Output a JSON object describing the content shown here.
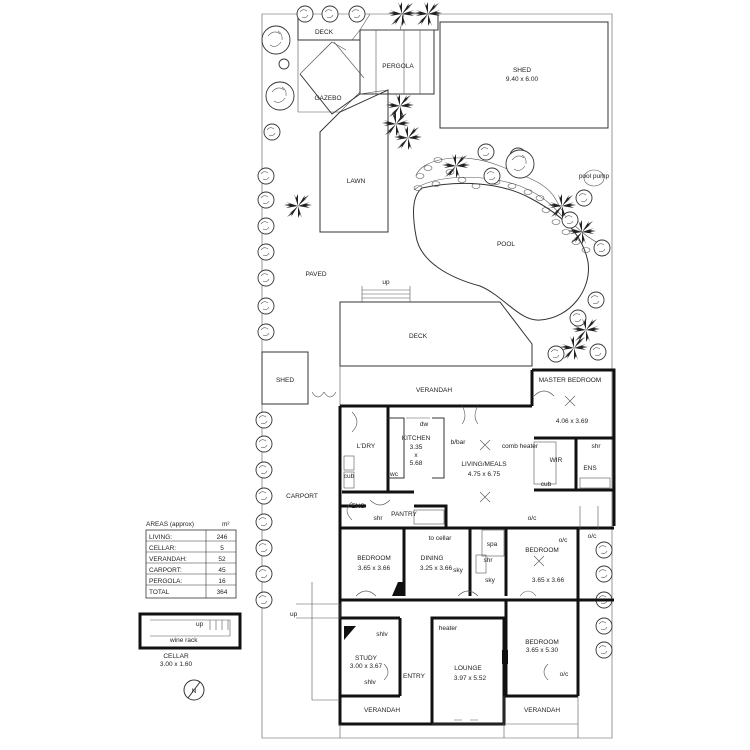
{
  "labels": {
    "deck_top": "DECK",
    "pergola": "PERGOLA",
    "gazebo": "GAZEBO",
    "shed_big": "SHED",
    "shed_big_dim": "9.40 x 6.00",
    "lawn": "LAWN",
    "pool_pump": "pool pump",
    "paved": "PAVED",
    "pool": "POOL",
    "up_deck": "up",
    "deck": "DECK",
    "shed_small": "SHED",
    "verandah_rear": "VERANDAH",
    "master_bedroom": "MASTER BEDROOM",
    "master_dim": "4.06 x 3.69",
    "ldry": "L'DRY",
    "kitchen": "KITCHEN",
    "kitchen_dim1": "3.35",
    "kitchen_dim2": "x",
    "kitchen_dim3": "5.68",
    "dw": "dw",
    "bbar": "b/bar",
    "comb_heater": "comb heater",
    "living": "LIVING/MEALS",
    "living_dim": "4.75 x 6.75",
    "wir": "WIR",
    "ens_master": "ENS",
    "shr_master": "shr",
    "cub_master": "cub",
    "carport": "CARPORT",
    "ens_left": "ENS",
    "shr_left": "shr",
    "pantry": "PANTRY",
    "wc": "wc",
    "cub_left": "cub",
    "oc_hall": "o/c",
    "oc_bed": "o/c",
    "bedroom_w": "BEDROOM",
    "bedroom_w_dim": "3.65 x 3.66",
    "to_cellar": "to cellar",
    "dining": "DINING",
    "dining_dim": "3.25 x 3.66",
    "sky1": "sky",
    "spa": "spa",
    "shr_bath": "shr",
    "sky2": "sky",
    "bedroom_e": "BEDROOM",
    "bedroom_e_dim": "3.65 x 3.66",
    "areas_title": "AREAS (approx)",
    "areas_unit": "m²",
    "areas": [
      {
        "name": "LIVING:",
        "value": "246"
      },
      {
        "name": "CELLAR:",
        "value": "5"
      },
      {
        "name": "VERANDAH:",
        "value": "52"
      },
      {
        "name": "CARPORT:",
        "value": "45"
      },
      {
        "name": "PERGOLA:",
        "value": "16"
      },
      {
        "name": "TOTAL",
        "value": "364"
      }
    ],
    "cellar_up": "up",
    "wine_rack": "wine rack",
    "cellar": "CELLAR",
    "cellar_dim": "3.00 x 1.60",
    "up_front": "up",
    "shlv_top": "shlv",
    "study": "STUDY",
    "study_dim": "3.00 x 3.67",
    "shlv_bot": "shlv",
    "heater": "heater",
    "lounge": "LOUNGE",
    "lounge_dim": "3.97 x 5.52",
    "entry": "ENTRY",
    "bedroom_s": "BEDROOM",
    "bedroom_s_dim": "3.65 x 5.30",
    "oc_s": "o/c",
    "compass": "N",
    "verandah_front_l": "VERANDAH",
    "verandah_front_r": "VERANDAH"
  }
}
